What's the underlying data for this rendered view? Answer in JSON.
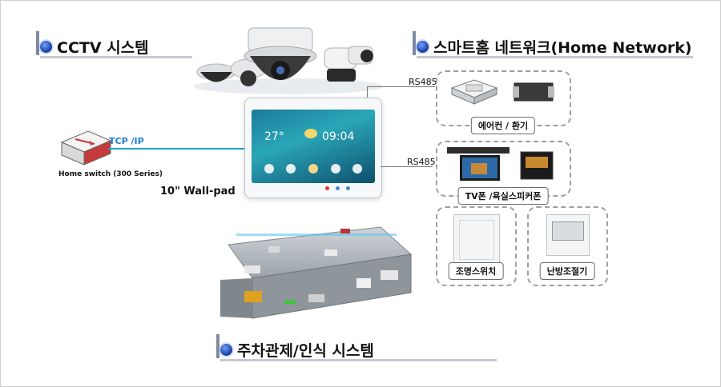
{
  "headers": {
    "cctv": "CCTV 시스템",
    "smarthome": "스마트홈 네트워크(Home Network)",
    "parking": "주차관제/인식 시스템"
  },
  "switch_label": "Home switch (300 Series)",
  "tcp_label": "TCP /IP",
  "wallpad_label": "10\" Wall-pad",
  "rs485_top": "RS485",
  "rs485_mid": "RS485",
  "boxes": {
    "aircon": "에어컨 / 환기",
    "tv": "TV폰 /욕실스피커폰",
    "light": "조명스위치",
    "heating": "난방조절기"
  },
  "screen": {
    "temp": "27°",
    "time": "09:04"
  },
  "colors": {
    "accent": "#1a3fa3",
    "tcp_line": "#18a9c4",
    "dashed": "#9aa0a8"
  }
}
